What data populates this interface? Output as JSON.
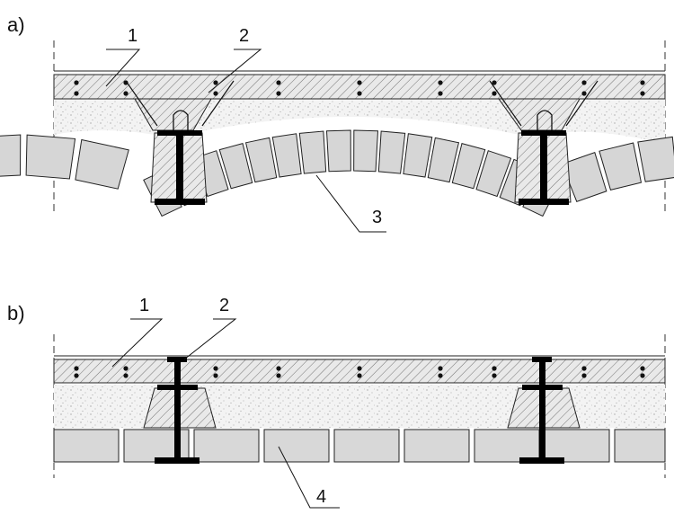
{
  "panels": [
    {
      "id": "a",
      "label": "a)",
      "callouts": [
        "1",
        "2",
        "3"
      ]
    },
    {
      "id": "b",
      "label": "b)",
      "callouts": [
        "1",
        "2",
        "4"
      ]
    }
  ],
  "colors": {
    "line": "#1a1a1a",
    "screed": "#e6e6e6",
    "fill": "#f4f4f4",
    "brick": "#d8d8d8",
    "steel": "#000000"
  }
}
